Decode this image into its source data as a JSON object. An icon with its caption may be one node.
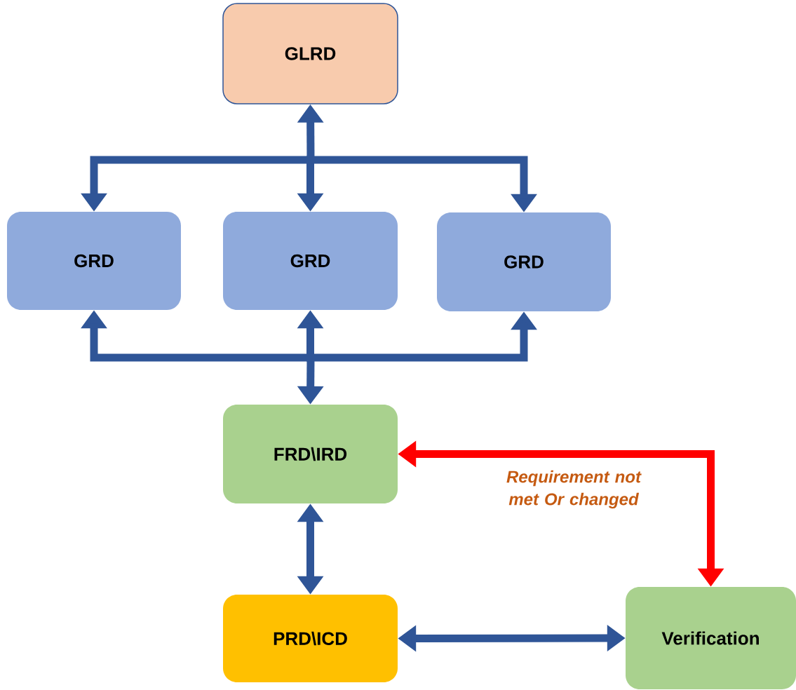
{
  "diagram": {
    "nodes": [
      {
        "text": [
          "GLRD"
        ]
      },
      {
        "text": [
          "GRD"
        ]
      },
      {
        "text": [
          "GRD"
        ]
      },
      {
        "text": [
          "GRD"
        ]
      },
      {
        "text": [
          "FRD\\IRD"
        ]
      },
      {
        "text": [
          "PRD\\ICD"
        ]
      },
      {
        "text": [
          "Verification"
        ]
      }
    ],
    "edges": [
      {
        "from": 0,
        "to": 1,
        "arrow": "both"
      },
      {
        "from": 0,
        "to": 2,
        "arrow": "both"
      },
      {
        "from": 0,
        "to": 3,
        "arrow": "both"
      },
      {
        "from": 4,
        "to": 1,
        "arrow": "both"
      },
      {
        "from": 4,
        "to": 2,
        "arrow": "both"
      },
      {
        "from": 4,
        "to": 3,
        "arrow": "both"
      },
      {
        "from": 4,
        "to": 5,
        "arrow": "both"
      },
      {
        "from": 5,
        "to": 6,
        "arrow": "both"
      },
      {
        "from": 6,
        "to": 4,
        "arrow": "both",
        "color": "#ff0000",
        "label": "Requirement not met Or changed"
      }
    ]
  }
}
